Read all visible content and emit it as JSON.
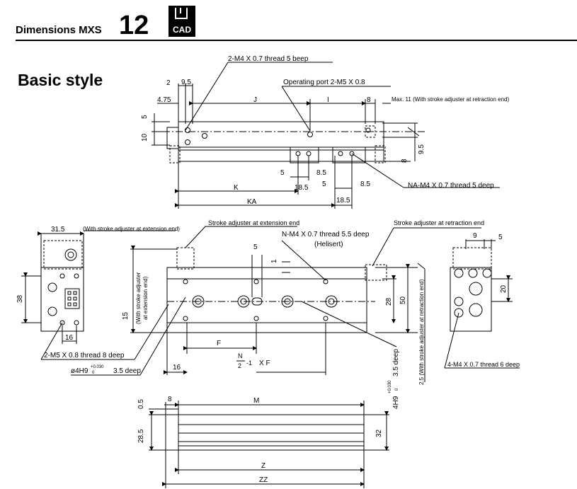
{
  "header": {
    "title": "Dimensions MXS",
    "size": "12",
    "cad_badge": "CAD"
  },
  "section_title": "Basic style",
  "top_view": {
    "dims": {
      "d2": "2",
      "d9_5": "9.5",
      "d4_75": "4.75",
      "J": "J",
      "I": "I",
      "d8": "8",
      "d5": "5",
      "d10": "10",
      "d9_5r": "9.5",
      "d8r": "8",
      "d5b": "5",
      "d8_5": "8.5",
      "K": "K",
      "d18_5": "18.5",
      "d5c": "5",
      "d8_5b": "8.5",
      "KA": "KA",
      "d18_5b": "18.5"
    },
    "notes": {
      "thread_top": "2-M4 X 0.7 thread 5 beep",
      "operating_port": "Operating port 2-M5 X 0.8",
      "max11": "Max. 11 (With stroke adjuster at retraction end)",
      "na_thread": "NA-M4 X 0.7 thread 5 deep"
    }
  },
  "mid_view": {
    "left": {
      "d31_5": "31.5",
      "with_ext": "(With stroke adjuster at extension end)",
      "d38": "38",
      "d16": "16",
      "m5_note": "2-M5 X 0.8 thread 8 deep",
      "bore_prefix": "ø4H9",
      "bore_tol_upper": "+0.030",
      "bore_tol_lower": "0",
      "bore_suffix": "3.5 deep"
    },
    "center": {
      "stroke_ext": "Stroke adjuster at extension end",
      "n_thread": "N-M4 X 0.7 thread 5.5 deep",
      "helisert": "(Helisert)",
      "stroke_ret": "Stroke adjuster at retraction end",
      "d5": "5",
      "d1": "1",
      "d15": "15",
      "with_ext_vert1": "(With stroke adjuster",
      "with_ext_vert2": "at extension end)",
      "d28": "28",
      "d50": "50",
      "F": "F",
      "d16": "16",
      "frac_N": "N",
      "frac_2": "2",
      "frac_tail": "-1",
      "frac_xf": "X F",
      "hole_prefix": "4H9",
      "hole_tol_upper": "+0.030",
      "hole_tol_lower": "0",
      "hole_suffix": "3.5 deep",
      "d2_5_note": "2.5 (With stroke adjuster at retraction end)"
    },
    "right": {
      "d9": "9",
      "d5": "5",
      "d20": "20",
      "m4_note": "4-M4 X 0.7 thread 6 deep"
    }
  },
  "bottom_view": {
    "d0_5": "0.5",
    "d8": "8",
    "M": "M",
    "d28_5": "28.5",
    "d32": "32",
    "Z": "Z",
    "ZZ": "ZZ"
  }
}
